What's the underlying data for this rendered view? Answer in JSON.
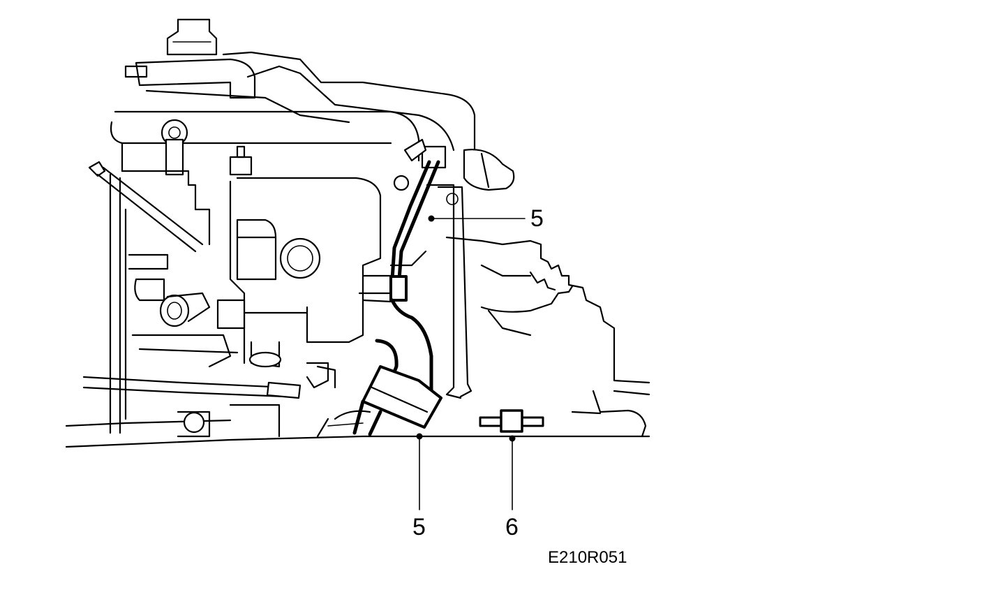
{
  "diagram": {
    "callouts": {
      "upper_5": "5",
      "lower_5": "5",
      "lower_6": "6"
    },
    "figure_code": "E210R051",
    "colors": {
      "line": "#000000",
      "background": "#ffffff"
    }
  }
}
